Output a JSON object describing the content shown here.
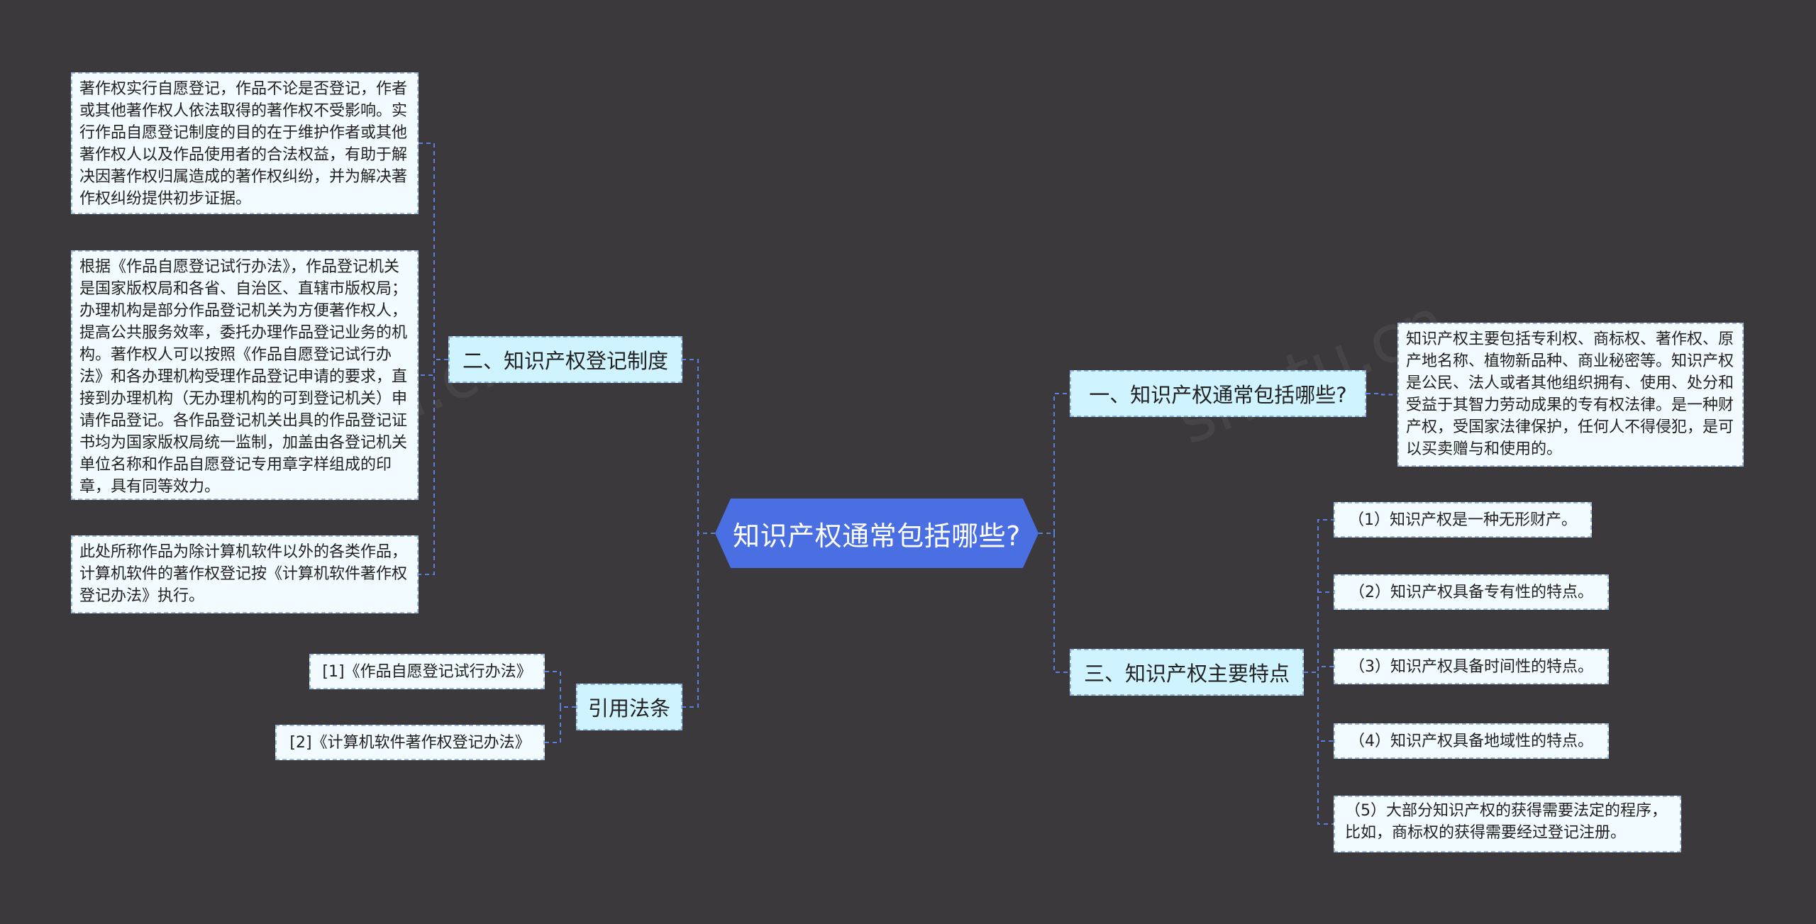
{
  "root": {
    "label": "知识产权通常包括哪些?"
  },
  "branches": {
    "b1": {
      "label": "一、知识产权通常包括哪些?"
    },
    "b2": {
      "label": "二、知识产权登记制度"
    },
    "b3": {
      "label": "三、知识产权主要特点"
    },
    "b4": {
      "label": "引用法条"
    }
  },
  "leaves": {
    "b1_0": "知识产权主要包括专利权、商标权、著作权、原产地名称、植物新品种、商业秘密等。知识产权是公民、法人或者其他组织拥有、使用、处分和受益于其智力劳动成果的专有权法律。是一种财产权，受国家法律保护，任何人不得侵犯，是可以买卖赠与和使用的。",
    "b2_0": "著作权实行自愿登记，作品不论是否登记，作者或其他著作权人依法取得的著作权不受影响。实行作品自愿登记制度的目的在于维护作者或其他著作权人以及作品使用者的合法权益，有助于解决因著作权归属造成的著作权纠纷，并为解决著作权纠纷提供初步证据。",
    "b2_1": "根据《作品自愿登记试行办法》，作品登记机关是国家版权局和各省、自治区、直辖市版权局；办理机构是部分作品登记机关为方便著作权人，提高公共服务效率，委托办理作品登记业务的机构。著作权人可以按照《作品自愿登记试行办法》和各办理机构受理作品登记申请的要求，直接到办理机构（无办理机构的可到登记机关）申请作品登记。各作品登记机关出具的作品登记证书均为国家版权局统一监制，加盖由各登记机关单位名称和作品自愿登记专用章字样组成的印章，具有同等效力。",
    "b2_2": "此处所称作品为除计算机软件以外的各类作品，计算机软件的著作权登记按《计算机软件著作权登记办法》执行。",
    "b3_0": "（1）知识产权是一种无形财产。",
    "b3_1": "（2）知识产权具备专有性的特点。",
    "b3_2": "（3）知识产权具备时间性的特点。",
    "b3_3": "（4）知识产权具备地域性的特点。",
    "b3_4": "（5）大部分知识产权的获得需要法定的程序，比如，商标权的获得需要经过登记注册。",
    "b4_0": "[1]《作品自愿登记试行办法》",
    "b4_1": "[2]《计算机软件著作权登记办法》"
  },
  "colors": {
    "background": "#3b393b",
    "root_fill": "#4a6fe2",
    "branch_fill": "#cff3ff",
    "leaf_fill": "#f2fbff",
    "connector": "#5b7fe0"
  }
}
